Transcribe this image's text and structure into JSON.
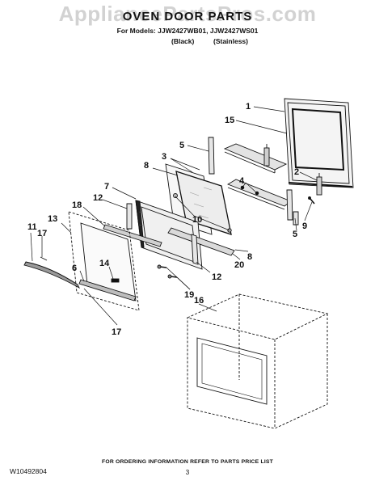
{
  "watermark": "AppliancePartsPros.com",
  "title": "OVEN DOOR PARTS",
  "models_line": "For Models: JJW2427WB01, JJW2427WS01",
  "finish_black": "(Black)",
  "finish_stainless": "(Stainless)",
  "doc_number": "W10492804",
  "order_note": "FOR ORDERING INFORMATION REFER TO PARTS PRICE LIST",
  "page_number": "3",
  "callouts": {
    "c1": "1",
    "c15": "15",
    "c5a": "5",
    "c3": "3",
    "c8a": "8",
    "c2": "2",
    "c4": "4",
    "c7": "7",
    "c12a": "12",
    "c18": "18",
    "c10": "10",
    "c9": "9",
    "c5b": "5",
    "c11": "11",
    "c17a": "17",
    "c13": "13",
    "c20": "20",
    "c8b": "8",
    "c14": "14",
    "c6": "6",
    "c12b": "12",
    "c19": "19",
    "c16": "16",
    "c17b": "17"
  }
}
